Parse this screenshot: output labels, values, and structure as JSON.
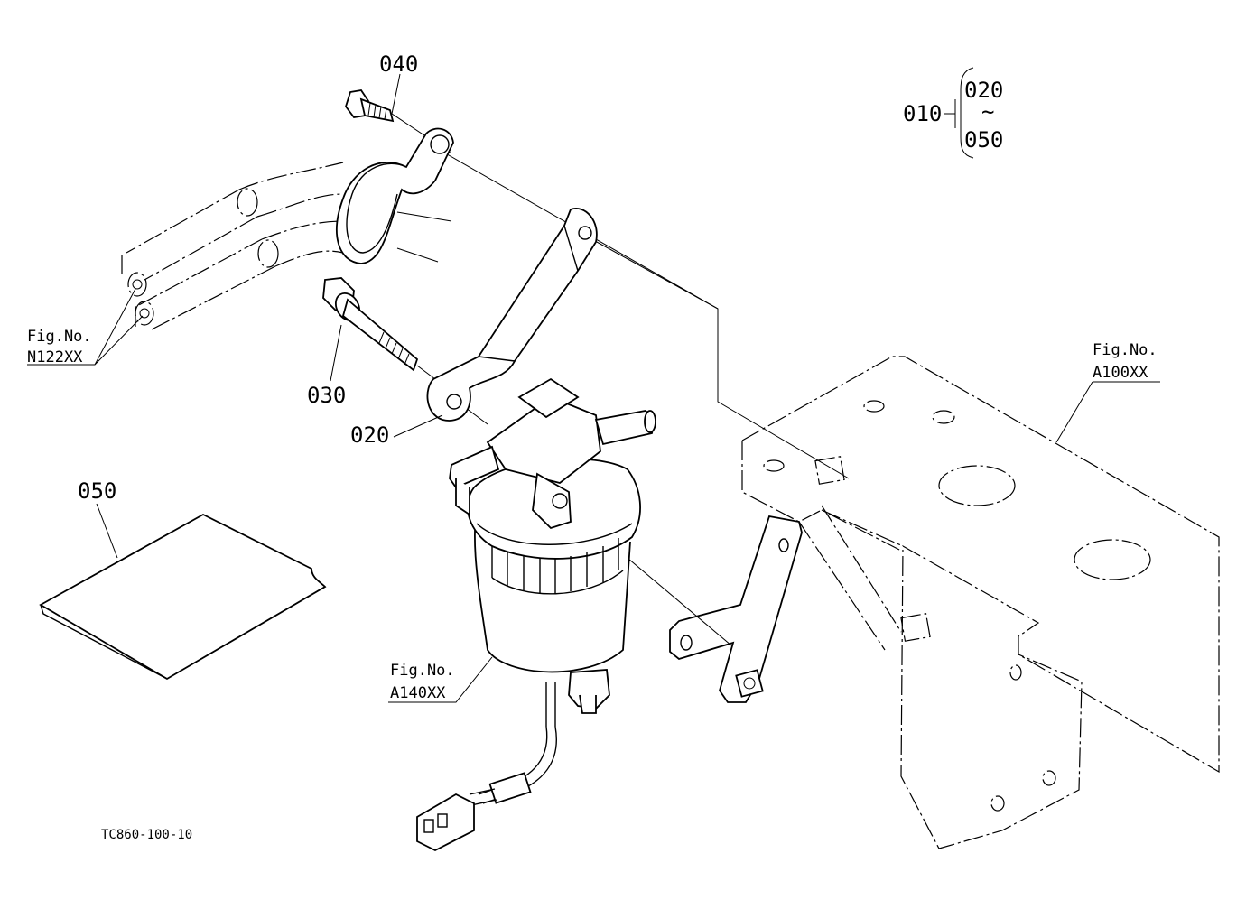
{
  "labels": {
    "p040": "040",
    "p030": "030",
    "p020": "020",
    "p050": "050",
    "asm010": "010",
    "asm_from": "020",
    "asm_tilde": "~",
    "asm_to": "050"
  },
  "fig_refs": {
    "n122": {
      "line1": "Fig.No.",
      "line2": "N122XX"
    },
    "a100": {
      "line1": "Fig.No.",
      "line2": "A100XX"
    },
    "a140": {
      "line1": "Fig.No.",
      "line2": "A140XX"
    }
  },
  "drawing_code": "TC860-100-10"
}
